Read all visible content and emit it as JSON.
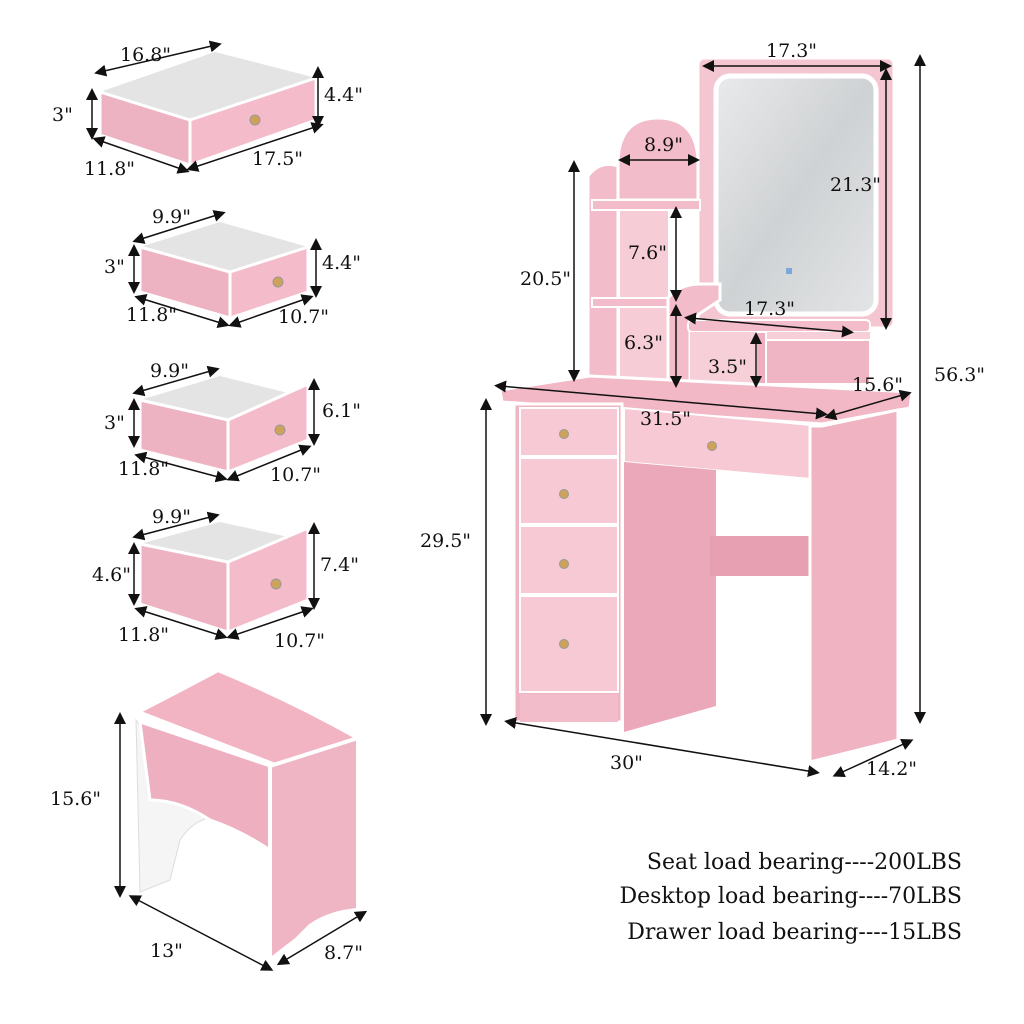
{
  "colors": {
    "pink": "#f2b8c6",
    "pink_dark": "#e79fb2",
    "pink_light": "#f8d3dc",
    "white_edge": "#ffffff",
    "interior": "#ececec",
    "mirror": "#d9dcde",
    "line": "#111111"
  },
  "drawers": [
    {
      "width": "16.8\"",
      "height_front": "4.4\"",
      "height_side": "3\"",
      "depth": "11.8\"",
      "front_length": "17.5\""
    },
    {
      "width": "9.9\"",
      "height_front": "4.4\"",
      "height_side": "3\"",
      "depth": "11.8\"",
      "front_length": "10.7\""
    },
    {
      "width": "9.9\"",
      "height_front": "6.1\"",
      "height_side": "3\"",
      "depth": "11.8\"",
      "front_length": "10.7\""
    },
    {
      "width": "9.9\"",
      "height_front": "7.4\"",
      "height_side": "4.6\"",
      "depth": "11.8\"",
      "front_length": "10.7\""
    }
  ],
  "stool": {
    "height": "15.6\"",
    "width": "13\"",
    "depth": "8.7\""
  },
  "vanity": {
    "mirror_width": "17.3\"",
    "mirror_height": "21.3\"",
    "arch_width": "8.9\"",
    "shelf_height": "20.5\"",
    "shelf_gap_upper": "7.6\"",
    "shelf_gap_lower": "6.3\"",
    "small_shelf_width": "17.3\"",
    "small_shelf_height": "3.5\"",
    "top_depth": "15.6\"",
    "top_width": "31.5\"",
    "total_height": "56.3\"",
    "desk_height": "29.5\"",
    "base_width": "30\"",
    "base_depth": "14.2\""
  },
  "load_bearing": [
    "Seat load bearing----200LBS",
    "Desktop load bearing----70LBS",
    "Drawer load bearing----15LBS"
  ]
}
